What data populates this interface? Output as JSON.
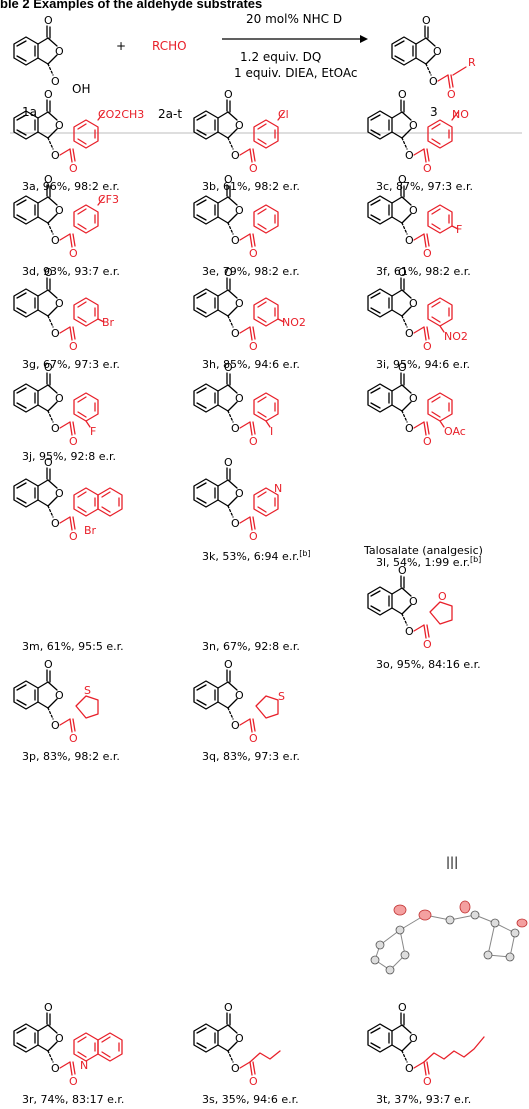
{
  "caption": "ble 2 Examples of the aldehyde substrates",
  "reaction": {
    "reactant1_label": "1a",
    "reactant1_oh": "OH",
    "plus": "+",
    "reagent": "RCHO",
    "reagent_label": "2a-t",
    "conditions": [
      "20 mol% NHC D",
      "1.2 equiv. DQ",
      "1 equiv. DIEA, EtOAc"
    ],
    "product_label": "3",
    "product_r": "R"
  },
  "compounds": [
    {
      "label": "3a, 96%, 98:2 e.r.",
      "sub": "CO2CH3",
      "type": "para"
    },
    {
      "label": "3b, 61%, 98:2 e.r.",
      "sub": "Cl",
      "type": "para"
    },
    {
      "label": "3c, 87%, 97:3 e.r.",
      "sub": "NO",
      "type": "para"
    },
    {
      "label": "3d, 93%, 93:7 e.r.",
      "sub": "CF3",
      "type": "para"
    },
    {
      "label": "3e, 79%, 98:2 e.r.",
      "sub": "",
      "type": "phenyl"
    },
    {
      "label": "3f, 61%, 98:2 e.r.",
      "sub": "F",
      "type": "meta"
    },
    {
      "label": "3g, 67%, 97:3 e.r.",
      "sub": "Br",
      "type": "meta"
    },
    {
      "label": "3h, 85%, 94:6 e.r.",
      "sub": "NO2",
      "type": "meta"
    },
    {
      "label": "3i, 95%, 94:6 e.r.",
      "sub": "NO2",
      "type": "ortho"
    },
    {
      "label": "3j, 95%, 92:8 e.r.",
      "sub": "F",
      "type": "ortho"
    },
    {
      "label": "3k, 53%, 6:94 e.r.",
      "sup": "[b]",
      "sub": "I",
      "type": "ortho"
    },
    {
      "label": "3l, 54%, 1:99 e.r.",
      "sup": "[b]",
      "sub": "OAc",
      "type": "ortho",
      "note": "Talosalate (analgesic)"
    },
    {
      "label": "3m, 61%, 95:5 e.r.",
      "sub": "Br",
      "type": "naphthyl"
    },
    {
      "label": "3n, 67%, 92:8 e.r.",
      "sub": "N",
      "type": "pyridyl"
    },
    {
      "label": "3o, 95%, 84:16 e.r.",
      "sub": "O",
      "type": "furyl"
    },
    {
      "label": "3p, 83%, 98:2 e.r.",
      "sub": "S",
      "type": "thienyl2"
    },
    {
      "label": "3q, 83%, 97:3 e.r.",
      "sub": "S",
      "type": "thienyl3"
    },
    {
      "label": "3r, 74%, 83:17 e.r.",
      "sub": "N",
      "type": "quinolyl"
    },
    {
      "label": "3s, 35%, 94:6 e.r.",
      "sub": "",
      "type": "butyl"
    },
    {
      "label": "3t, 37%, 93:7 e.r.",
      "sub": "",
      "type": "hexyl"
    }
  ],
  "equiv_mark": "|||",
  "colors": {
    "accent": "#e8202a",
    "ink": "#000000",
    "rule": "#bdbdbd"
  }
}
